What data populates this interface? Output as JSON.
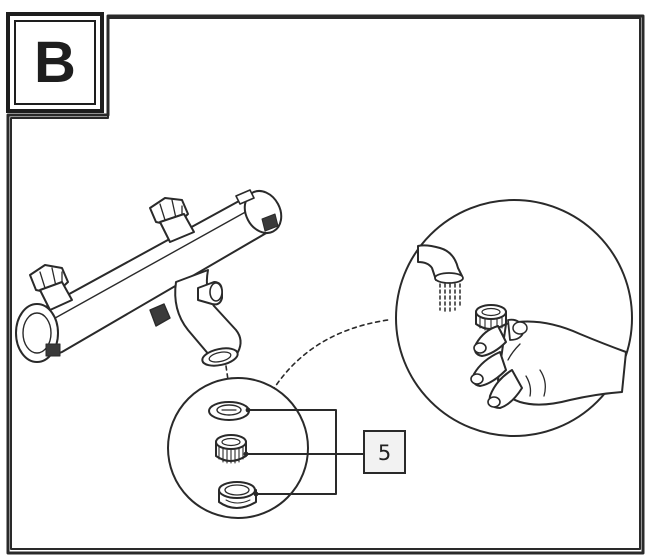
{
  "figure": {
    "section_label": "B",
    "callout_label": "5",
    "colors": {
      "ink": "#2a2a2a",
      "background": "#ffffff",
      "callout_box_fill": "#f2f2f2"
    },
    "icons": [
      "thermostatic-bath-mixer",
      "aerator-parts-exploded",
      "water-flow-spout",
      "hand-holding-aerator"
    ]
  }
}
